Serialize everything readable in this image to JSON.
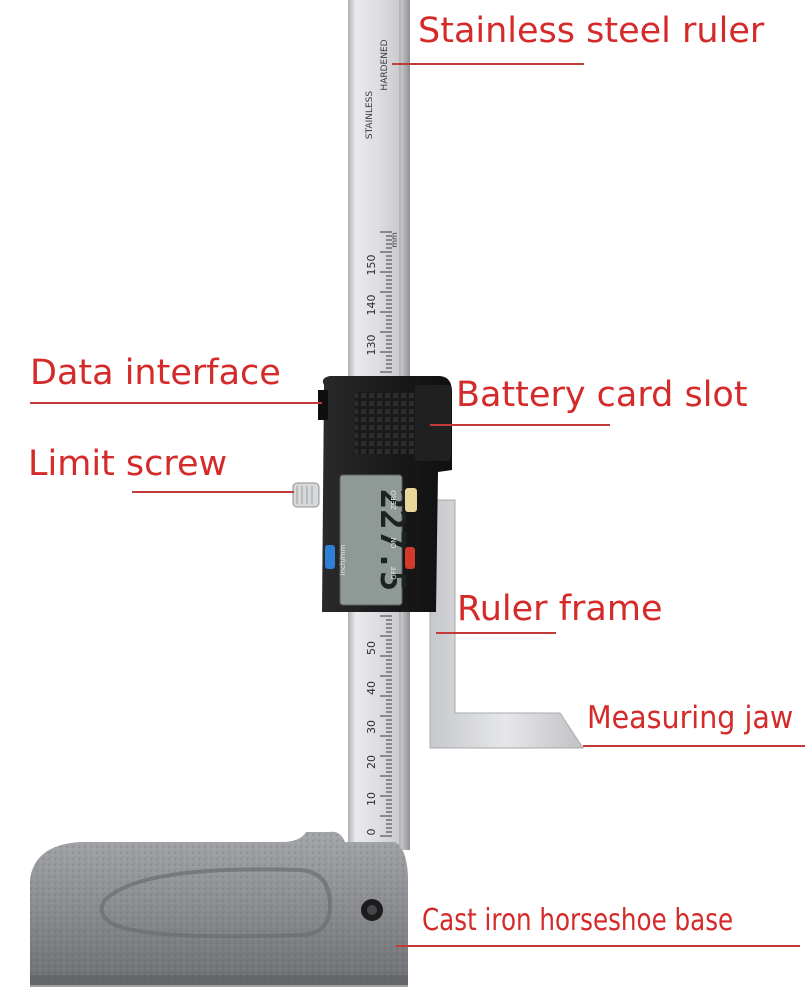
{
  "labels": {
    "ruler": "Stainless steel ruler",
    "data_interface": "Data interface",
    "battery": "Battery card slot",
    "limit_screw": "Limit screw",
    "ruler_frame": "Ruler frame",
    "measuring_jaw": "Measuring jaw",
    "base": "Cast iron horseshoe base"
  },
  "ruler_markings": {
    "stainless": "STAINLESS",
    "hardened": "HARDENED",
    "unit": "mm",
    "upper_ticks": [
      "150",
      "140",
      "130"
    ],
    "lower_ticks": [
      "50",
      "40",
      "30",
      "20",
      "10",
      "0"
    ]
  },
  "display": {
    "reading": "227.5",
    "unit_button": "inch/mm",
    "power_on": "ON",
    "power_off": "OFF",
    "zero": "ZERO"
  },
  "colors": {
    "label_text": "#d42a2a",
    "leader_line": "#c33a3a",
    "steel": "#d9dadc",
    "body": "#1b1b1c",
    "lcd": "#8f9a97",
    "base": "#8b8d91",
    "blue_button": "#2f7fd6",
    "red_button": "#d33a2b",
    "yellow_button": "#e9d79a"
  }
}
